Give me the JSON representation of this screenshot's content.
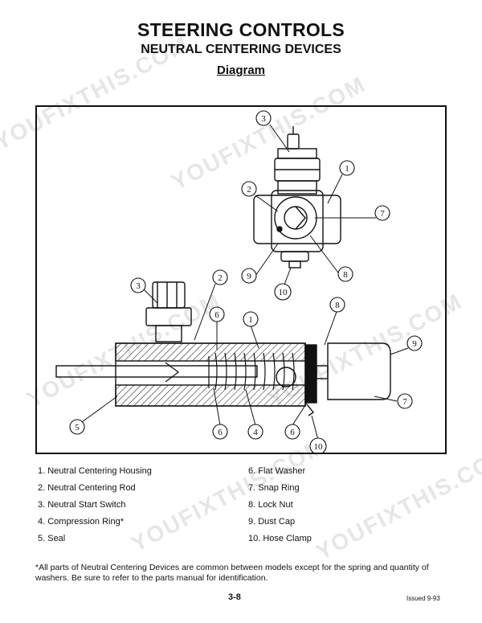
{
  "header": {
    "title": "STEERING CONTROLS",
    "subtitle": "NEUTRAL CENTERING DEVICES",
    "section": "Diagram"
  },
  "diagram": {
    "callouts": [
      "3",
      "1",
      "2",
      "7",
      "9",
      "8",
      "10",
      "3",
      "2",
      "6",
      "1",
      "8",
      "9",
      "5",
      "6",
      "4",
      "6",
      "7",
      "10"
    ]
  },
  "parts": [
    {
      "num": "1.",
      "name": "Neutral Centering Housing"
    },
    {
      "num": "2.",
      "name": "Neutral Centering Rod"
    },
    {
      "num": "3.",
      "name": "Neutral Start Switch"
    },
    {
      "num": "4.",
      "name": "Compression Ring*"
    },
    {
      "num": "5.",
      "name": "Seal"
    },
    {
      "num": "6.",
      "name": "Flat Washer"
    },
    {
      "num": "7.",
      "name": "Snap Ring"
    },
    {
      "num": "8.",
      "name": "Lock Nut"
    },
    {
      "num": "9.",
      "name": "Dust Cap"
    },
    {
      "num": "10.",
      "name": "Hose Clamp"
    }
  ],
  "footnote": "*All parts of Neutral Centering Devices are common between models except for the spring and quantity of washers. Be sure to refer to the parts manual for identification.",
  "footer": {
    "page": "3-8",
    "issued": "Issued 9-93"
  },
  "watermark": "YOUFIXTHIS.COM"
}
